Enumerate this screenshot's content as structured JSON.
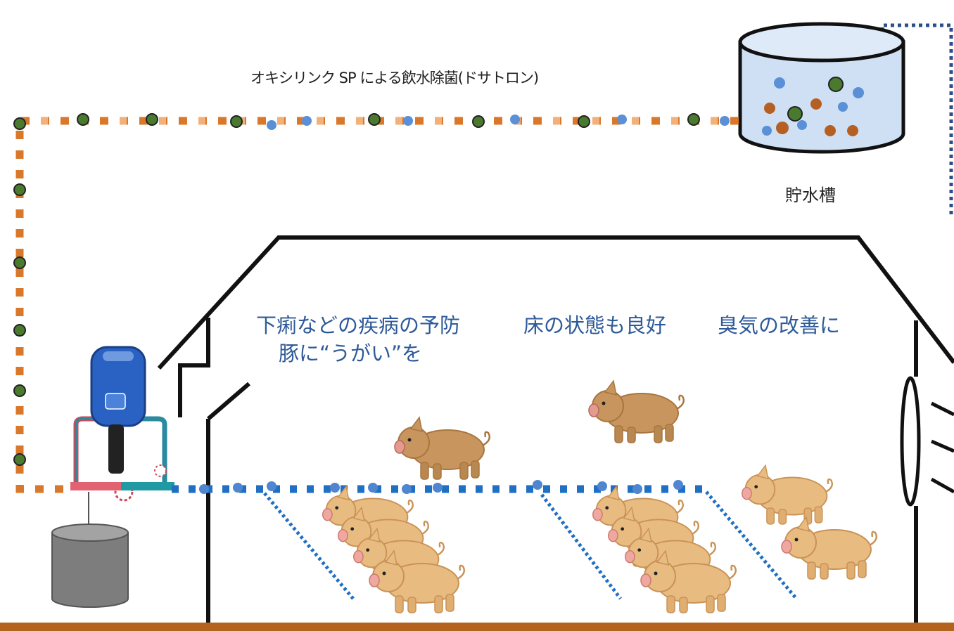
{
  "title": "オキシリンク SP による飲水除菌(ドサトロン)",
  "tank_label": "貯水槽",
  "benefits": {
    "disease_prevention": "下痢などの疾病の予防",
    "floor": "床の状態も良好",
    "odor": "臭気の改善に",
    "gargle": "豚に“うがい”を"
  },
  "colors": {
    "treated_line": "#d9782a",
    "treated_line_light": "#f2b07a",
    "germ_green": "#4a7a2e",
    "germ_blue": "#5b8fd6",
    "water_line": "#1f6fc4",
    "tank_water": "#cfe0f5",
    "doser_blue": "#2a62c4",
    "floor": "#b4621e",
    "pig": "#e8bb80"
  },
  "icons": [
    "water-tank-icon",
    "dosatron-doser-icon",
    "chemical-drum-icon",
    "pig-icon",
    "exhaust-fan-icon"
  ]
}
